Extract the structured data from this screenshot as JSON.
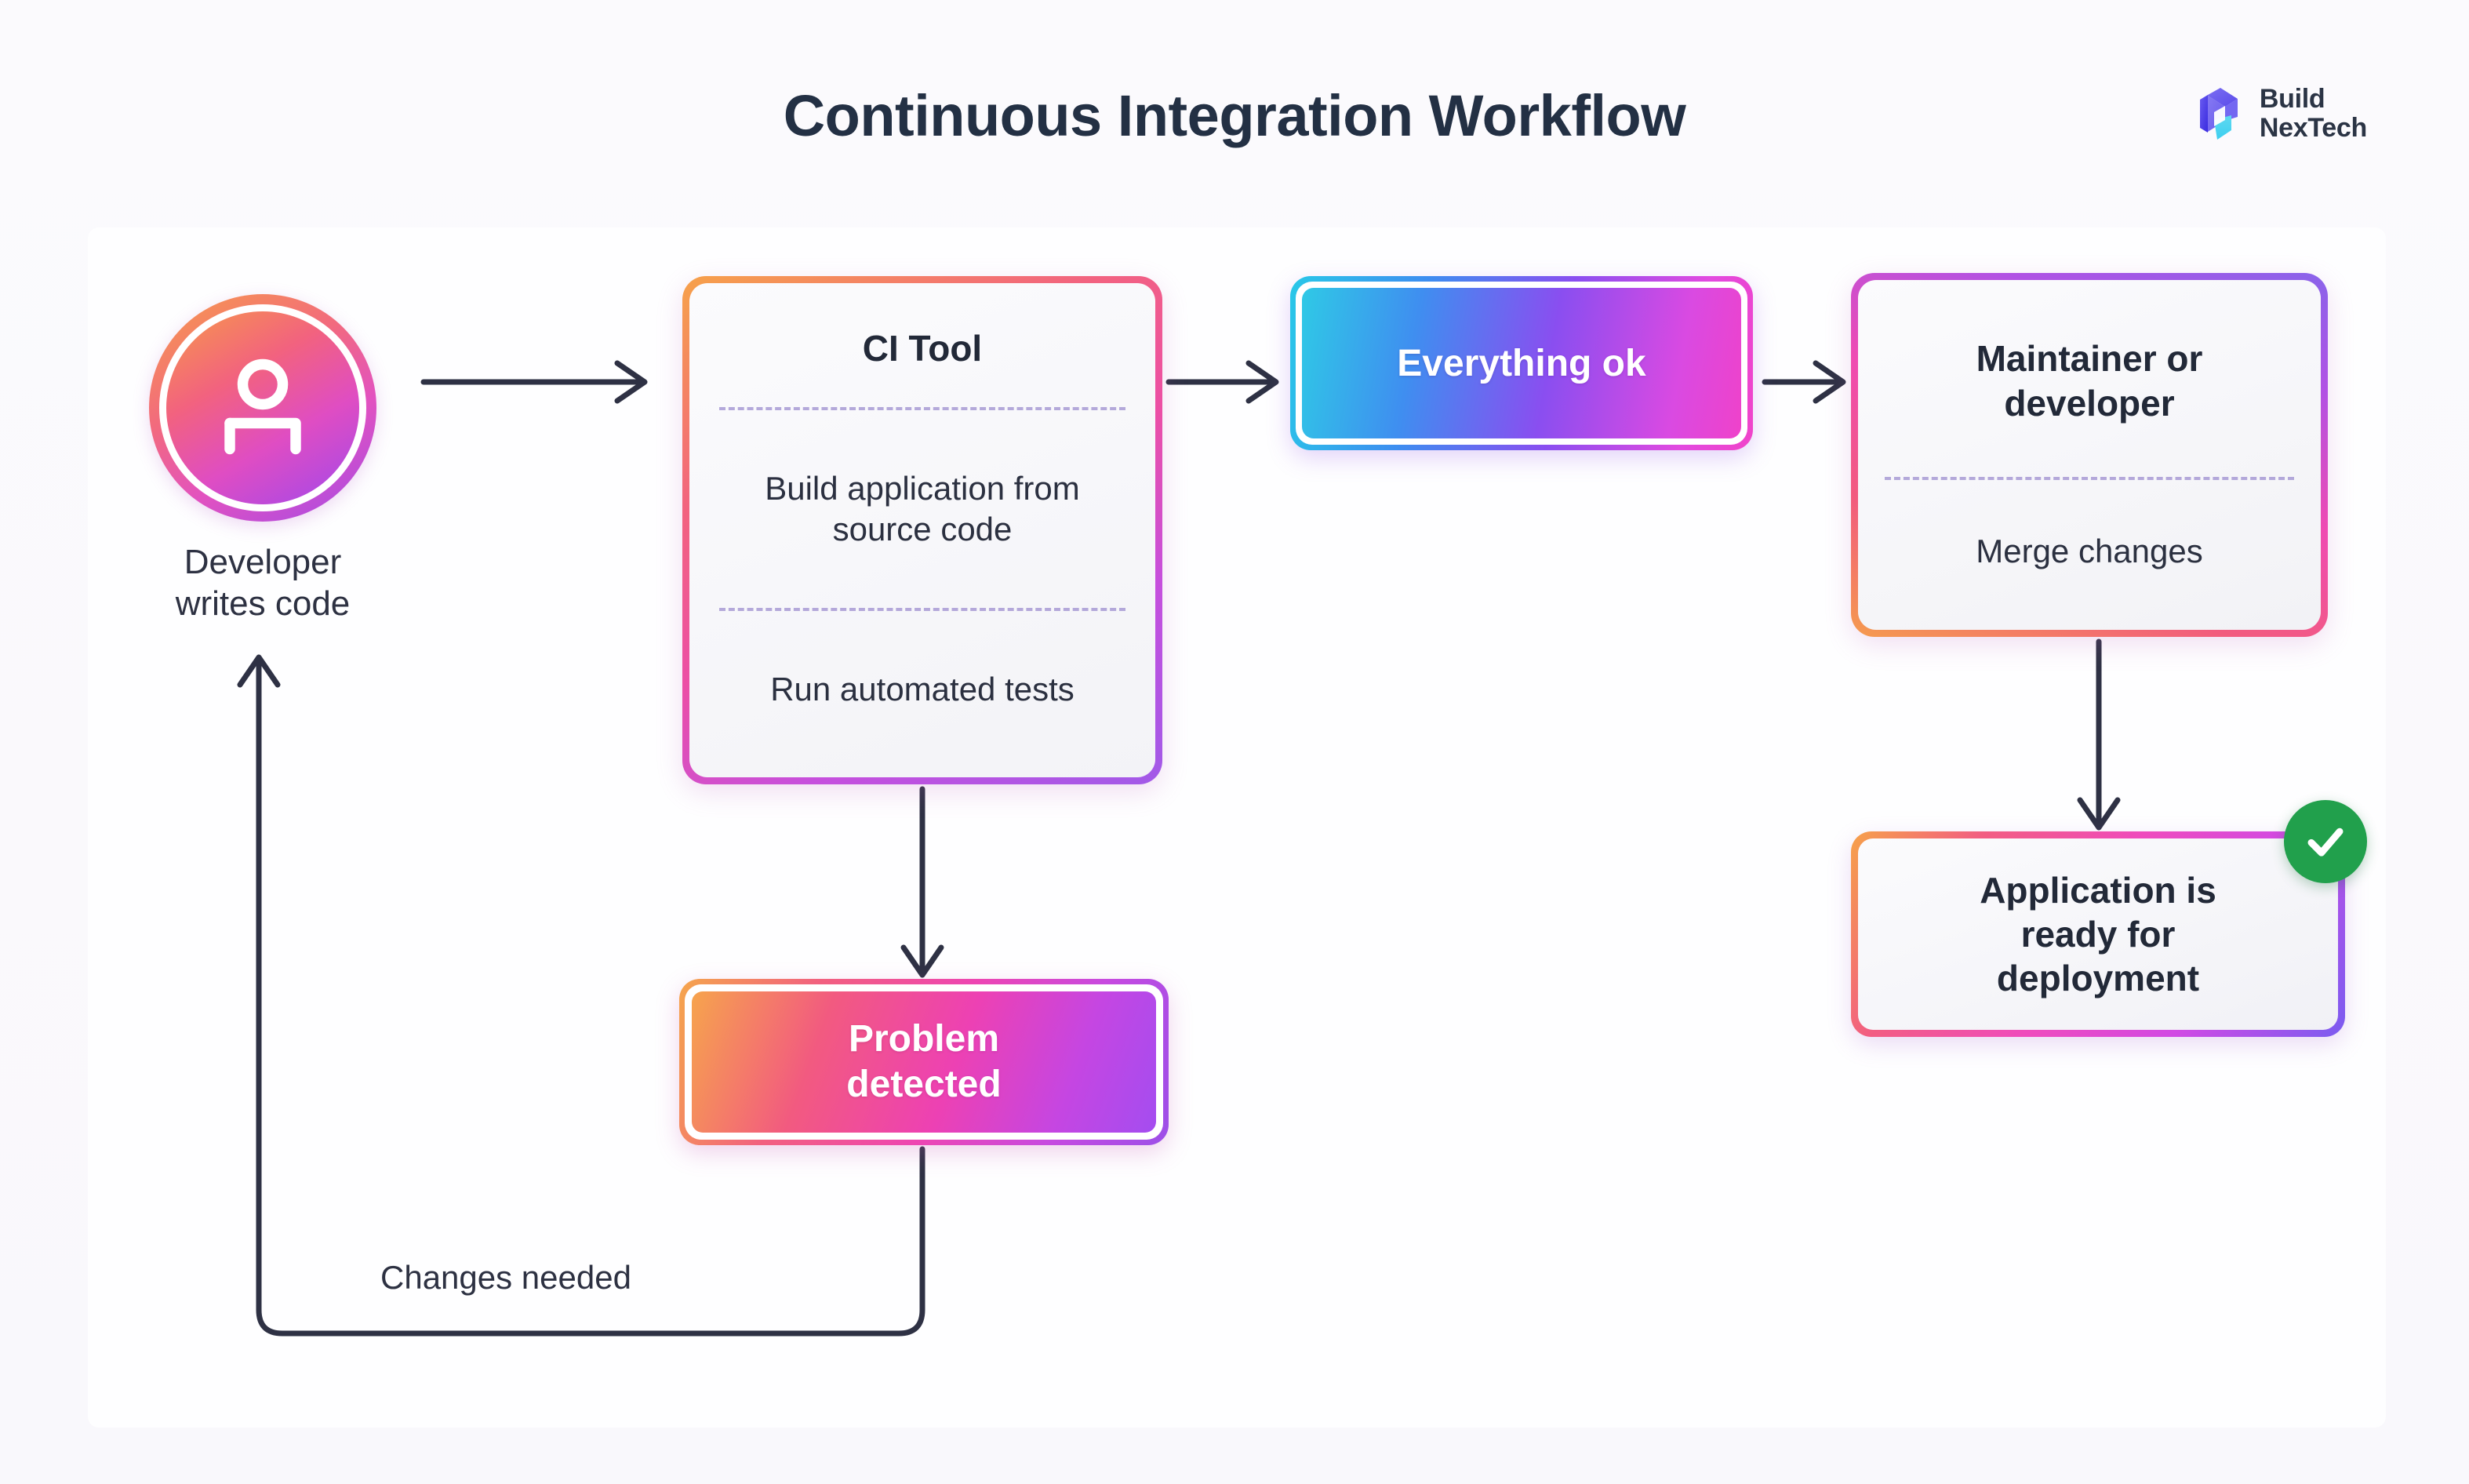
{
  "header": {
    "title": "Continuous Integration Workflow",
    "brand_line1": "Build",
    "brand_line2": "NexTech",
    "brand_logo_icon": "buildnextech-hex-b-logo"
  },
  "diagram": {
    "developer": {
      "icon": "person-icon",
      "label_line1": "Developer",
      "label_line2": "writes code"
    },
    "ci_tool": {
      "title": "CI Tool",
      "steps": [
        "Build application from source code",
        "Run automated tests"
      ]
    },
    "everything_ok": {
      "label": "Everything ok"
    },
    "maintainer": {
      "title_line1": "Maintainer or",
      "title_line2": "developer",
      "body": "Merge changes"
    },
    "application_ready": {
      "label_line1": "Application is",
      "label_line2": "ready for",
      "label_line3": "deployment",
      "badge_icon": "check-circle-icon"
    },
    "problem_detected": {
      "label_line1": "Problem",
      "label_line2": "detected"
    },
    "feedback_loop": {
      "label": "Changes needed"
    }
  },
  "colors": {
    "page_background": "#faf9fc",
    "panel_background": "#fefeff",
    "title_text": "#233044",
    "body_text": "#2d3142",
    "connector_line": "#2e3144",
    "success_green": "#21a04c",
    "gradient_orange": "#f6a24a",
    "gradient_pink": "#ee45b2",
    "gradient_purple": "#9c4fe8",
    "gradient_cyan": "#29c8e8",
    "dashed_divider": "#9e8fd0"
  }
}
